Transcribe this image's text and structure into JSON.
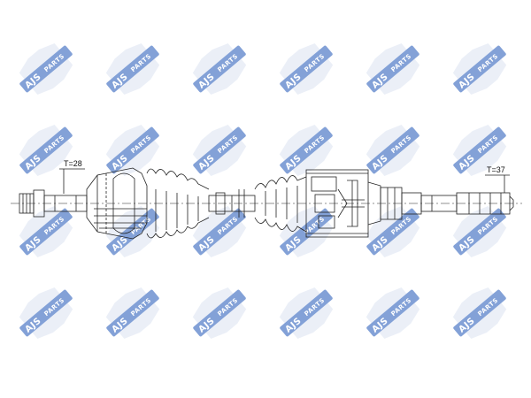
{
  "watermark": {
    "brand": "AJS",
    "suffix": "PARTS",
    "colors": {
      "blue": "#1f56b8",
      "light": "#dbe3f2"
    }
  },
  "diagram": {
    "left_label": "T=28",
    "right_label": "T=37",
    "line_color": "#222222"
  }
}
